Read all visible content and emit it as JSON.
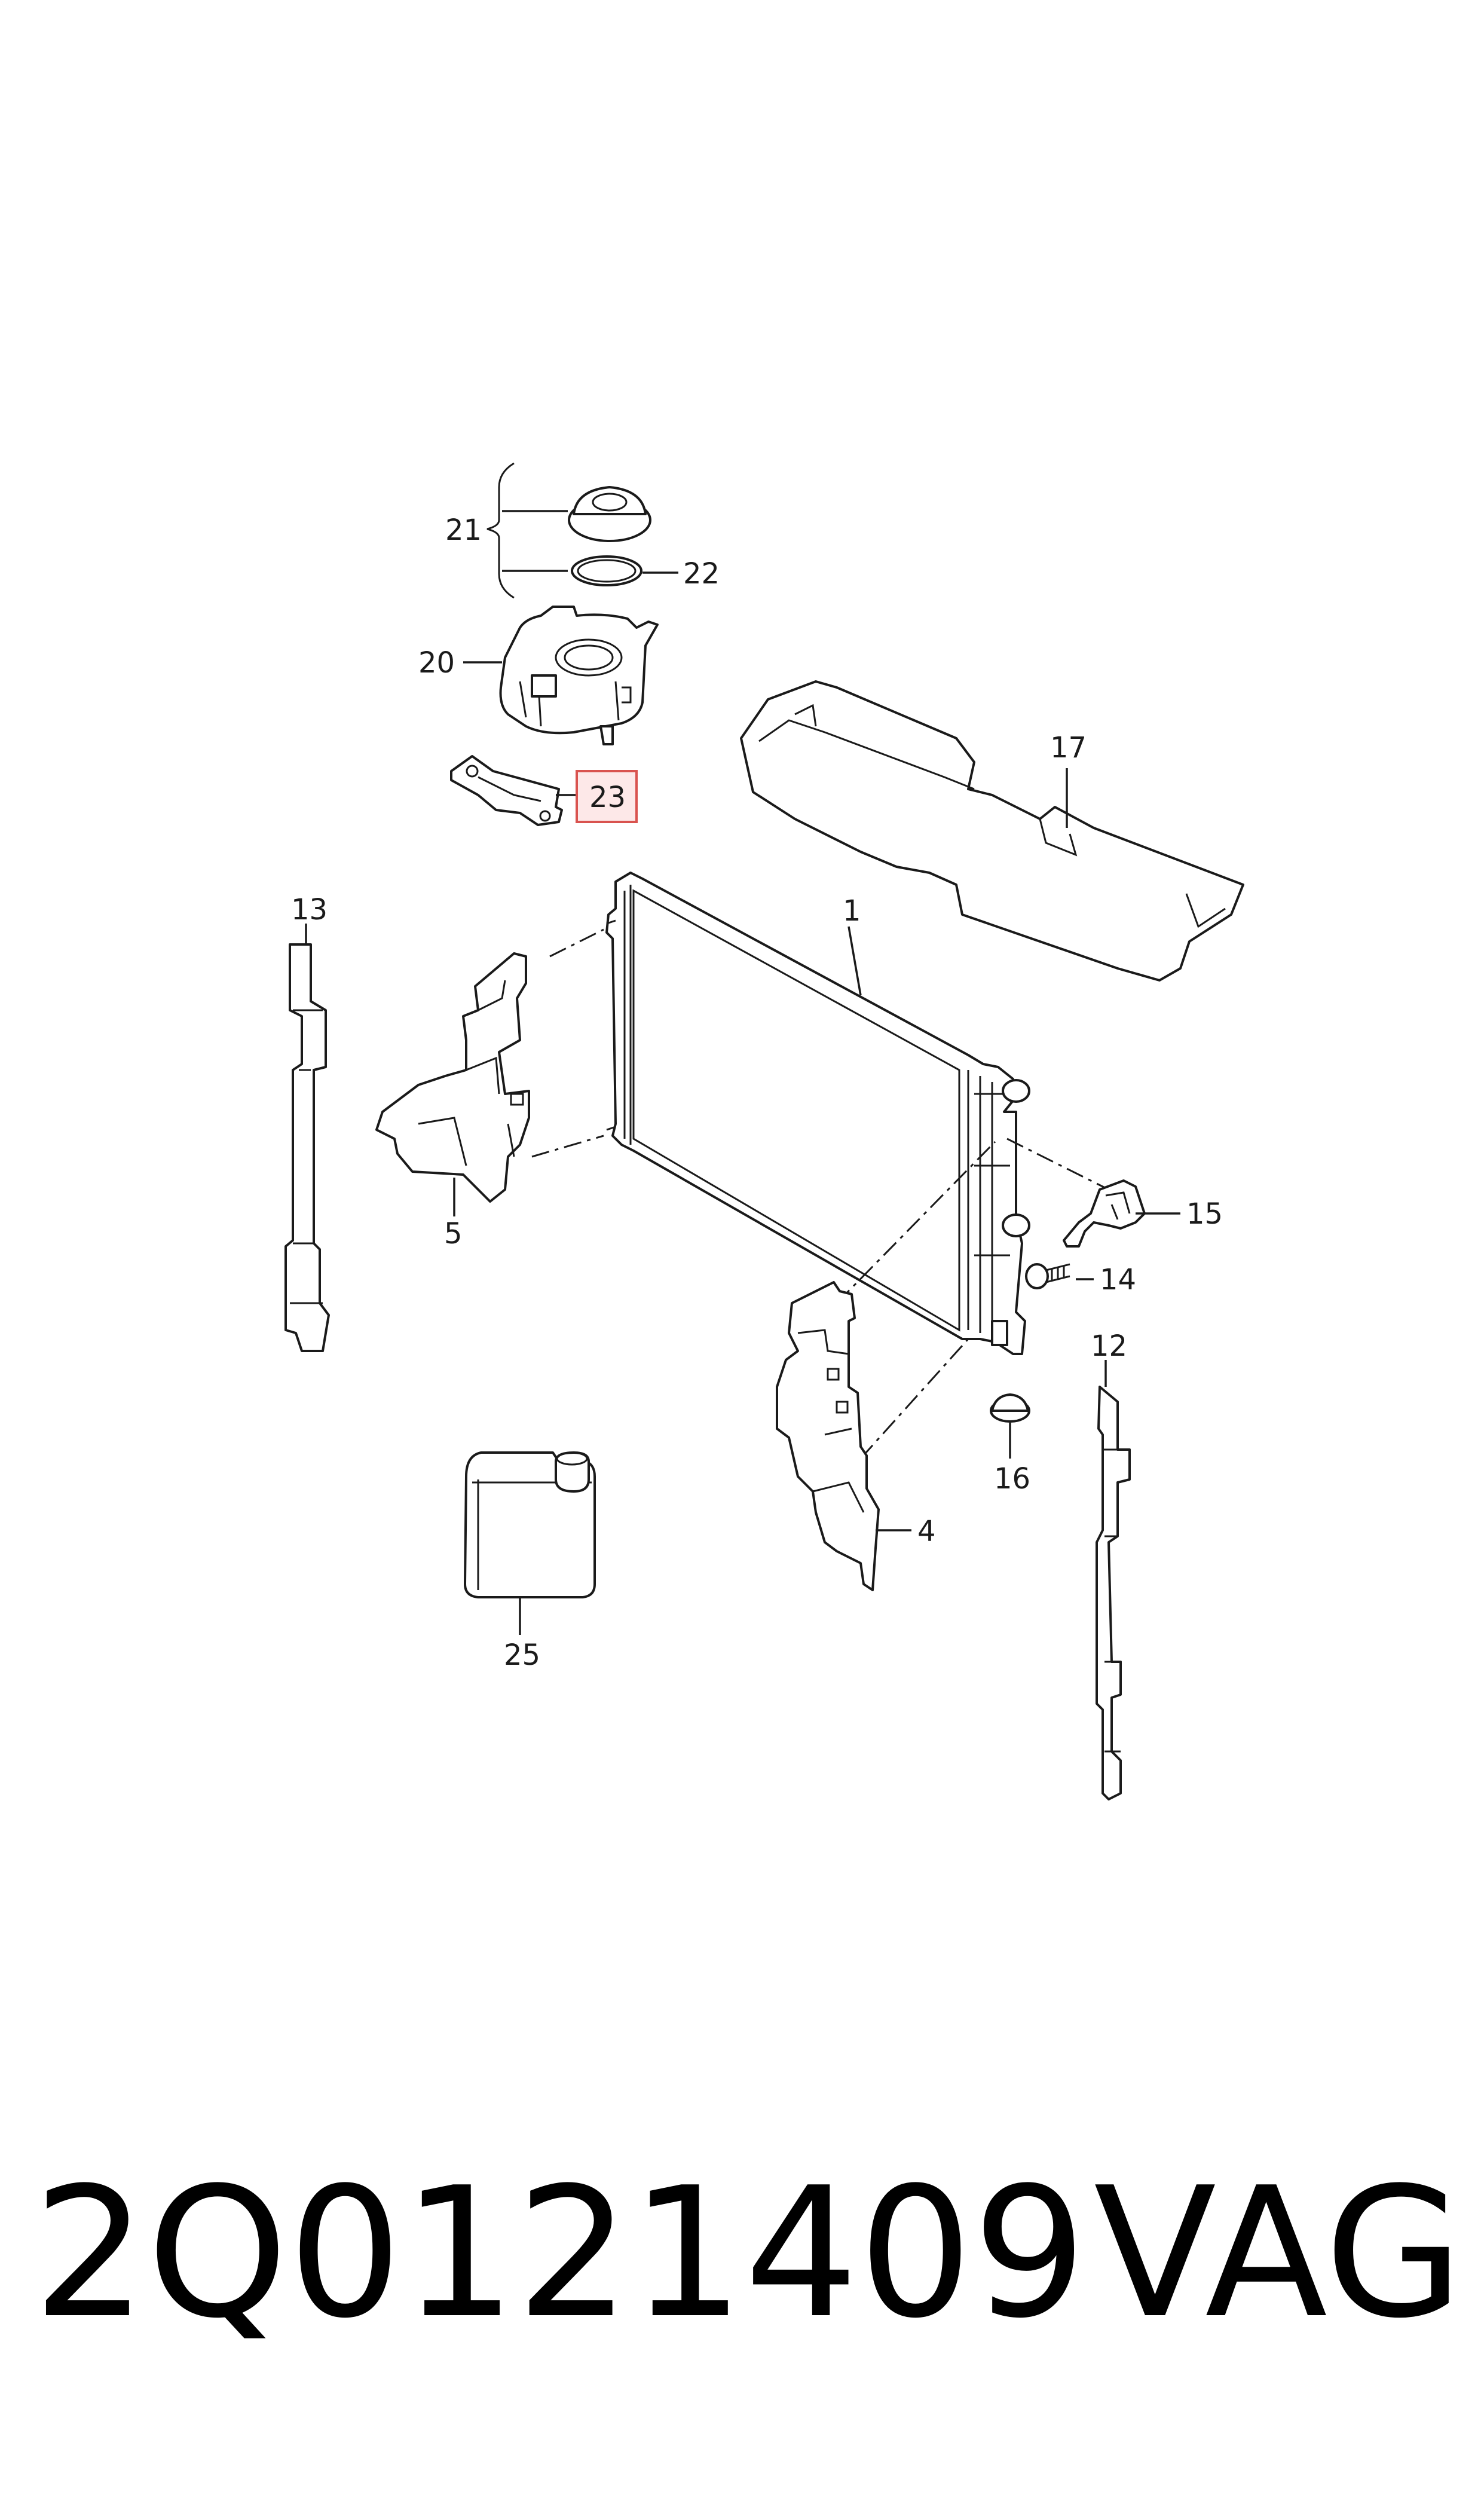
{
  "callouts": {
    "c1": "1",
    "c4": "4",
    "c5": "5",
    "c12": "12",
    "c13": "13",
    "c14": "14",
    "c15": "15",
    "c16": "16",
    "c17": "17",
    "c20": "20",
    "c21": "21",
    "c22": "22",
    "c23": "23",
    "c25": "25"
  },
  "highlight": {
    "callout": "23",
    "color": "#d9534f"
  },
  "footer": {
    "part_number": "2Q0121409",
    "brand": "VAG"
  }
}
